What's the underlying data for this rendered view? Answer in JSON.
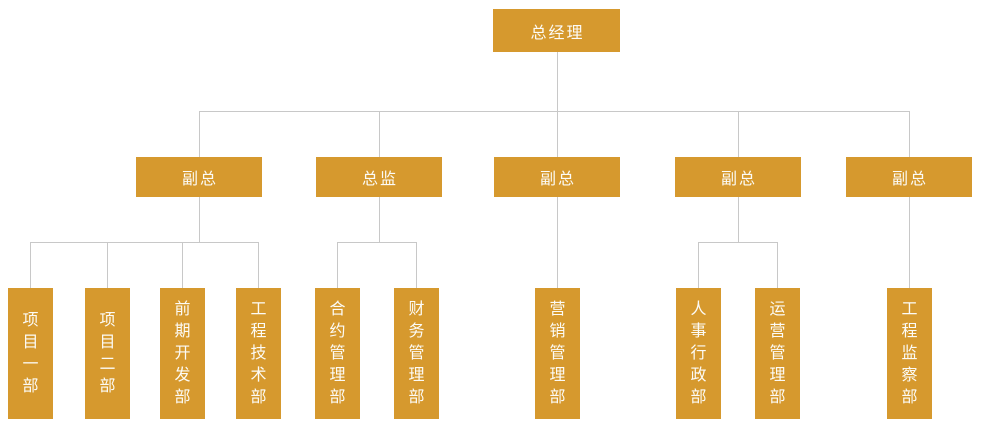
{
  "org_chart": {
    "title": "company-organization-chart",
    "root": {
      "label": "总经理"
    },
    "branches": [
      {
        "manager": {
          "label": "副总"
        },
        "departments": [
          {
            "label": "项目一部"
          },
          {
            "label": "项目二部"
          },
          {
            "label": "前期开发部"
          },
          {
            "label": "工程技术部"
          }
        ]
      },
      {
        "manager": {
          "label": "总监"
        },
        "departments": [
          {
            "label": "合约管理部"
          },
          {
            "label": "财务管理部"
          }
        ]
      },
      {
        "manager": {
          "label": "副总"
        },
        "departments": [
          {
            "label": "营销管理部"
          }
        ]
      },
      {
        "manager": {
          "label": "副总"
        },
        "departments": [
          {
            "label": "人事行政部"
          },
          {
            "label": "运营管理部"
          }
        ]
      },
      {
        "manager": {
          "label": "副总"
        },
        "departments": [
          {
            "label": "工程监察部"
          }
        ]
      }
    ],
    "colors": {
      "node_fill": "#d6992e",
      "node_text": "#fcfbf6",
      "connector": "#c8c8c8",
      "background": "#ffffff"
    }
  }
}
